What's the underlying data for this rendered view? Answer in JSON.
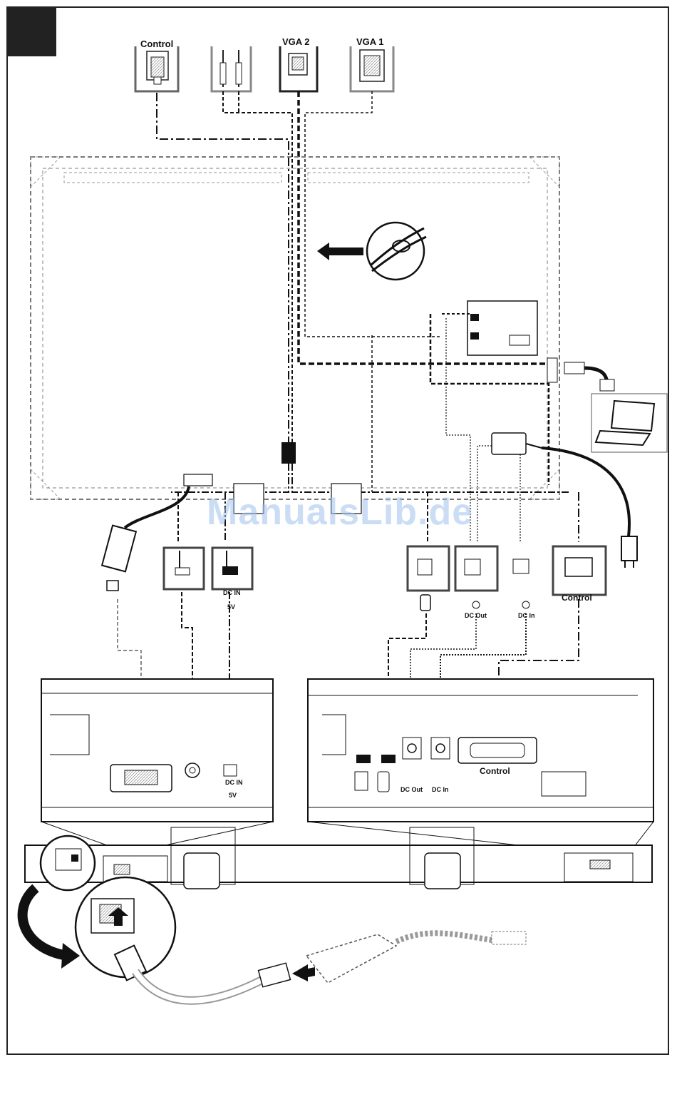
{
  "top_connectors": {
    "control": "Control",
    "audio_icon": "audio-speaker-icon",
    "vga2": "VGA 2",
    "vga1": "VGA 1"
  },
  "port_boxes": {
    "dc_in_5v_line1": "DC IN",
    "dc_in_5v_line2": "5V",
    "dc_out": "DC Out",
    "dc_in": "DC In",
    "control": "Control"
  },
  "panel_left": {
    "dc_in_line1": "DC IN",
    "dc_in_line2": "5V"
  },
  "panel_right": {
    "control": "Control",
    "dc_out": "DC Out",
    "dc_in": "DC In"
  },
  "watermark": "ManualsLib.de",
  "colors": {
    "line": "#111111",
    "watermark": "#9fc3ee"
  }
}
